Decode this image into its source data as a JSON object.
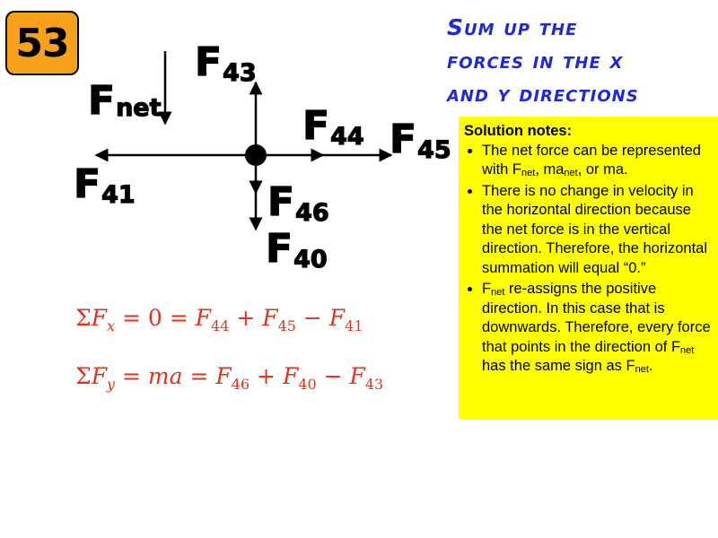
{
  "slide_number": "53",
  "title_lines": [
    "Sum up the",
    "forces in the x",
    "and y directions"
  ],
  "forces": {
    "fnet": {
      "base": "F",
      "sub": "net"
    },
    "f43": {
      "base": "F",
      "sub": "43"
    },
    "f44": {
      "base": "F",
      "sub": "44"
    },
    "f45": {
      "base": "F",
      "sub": "45"
    },
    "f41": {
      "base": "F",
      "sub": "41"
    },
    "f46": {
      "base": "F",
      "sub": "46"
    },
    "f40": {
      "base": "F",
      "sub": "40"
    }
  },
  "equations": {
    "x": {
      "sigma": "Σ",
      "F": "F",
      "axis": "x",
      "rest1": " = 0 = ",
      "t1": "F",
      "s1": "44",
      "op1": " + ",
      "t2": "F",
      "s2": "45",
      "op2": " − ",
      "t3": "F",
      "s3": "41"
    },
    "y": {
      "sigma": "Σ",
      "F": "F",
      "axis": "y",
      "rest1": " = ma = ",
      "t1": "F",
      "s1": "46",
      "op1": " + ",
      "t2": "F",
      "s2": "40",
      "op2": " − ",
      "t3": "F",
      "s3": "43"
    }
  },
  "notes": {
    "heading": "Solution notes:",
    "b1_a": "The net force can be represented with F",
    "b1_sub1": "net",
    "b1_b": ", ma",
    "b1_sub2": "net",
    "b1_c": ", or ma.",
    "b2": "There is no change in velocity in the horizontal direction because the net force is in the vertical direction. Therefore, the horizontal summation will equal “0.”",
    "b3_a": "F",
    "b3_sub1": "net",
    "b3_b": " re-assigns the positive direction. In this case that is downwards. Therefore, every force that points in the direction of F",
    "b3_sub2": "net",
    "b3_c": " has the same sign as F",
    "b3_sub3": "net",
    "b3_d": "."
  },
  "colors": {
    "badge": "#f7a11a",
    "title": "#1f2ad6",
    "notes_bg": "#ffff00",
    "equation": "#e3311a"
  }
}
